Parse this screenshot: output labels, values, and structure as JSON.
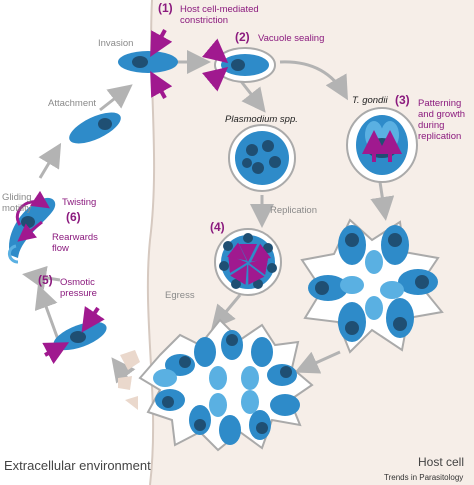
{
  "labels": {
    "host_constriction_num": "(1)",
    "host_constriction_line1": "Host cell-mediated",
    "host_constriction_line2": "constriction",
    "vacuole_num": "(2)",
    "vacuole": "Vacuole sealing",
    "invasion": "Invasion",
    "attachment": "Attachment",
    "tgondii": "T. gondii",
    "patterning_num": "(3)",
    "patterning_line1": "Patterning",
    "patterning_line2": "and growth",
    "patterning_line3": "during",
    "patterning_line4": "replication",
    "plasmodium": "Plasmodium spp.",
    "gliding_line1": "Gliding",
    "gliding_line2": "motility",
    "twisting": "Twisting",
    "rearwards_num": "(6)",
    "rearwards_line1": "Rearwards",
    "rearwards_line2": "flow",
    "replication": "Replication",
    "replication_num": "(4)",
    "osmotic_num": "(5)",
    "osmotic_line1": "Osmotic",
    "osmotic_line2": "pressure",
    "egress": "Egress",
    "extracellular": "Extracellular environment",
    "host_cell": "Host cell",
    "source": "Trends in Parasitology"
  },
  "colors": {
    "host_cell": "#f6eee8",
    "parasite": "#2e8bc9",
    "parasite_light": "#5ab0e2",
    "nucleus": "#1f4f73",
    "magenta": "#a0198f",
    "arrow": "#b3b3b3"
  }
}
